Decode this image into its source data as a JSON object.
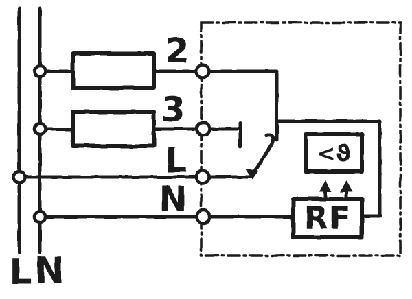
{
  "diagram": {
    "colors": {
      "ink": "#1c1c1c",
      "background": "#ffffff"
    },
    "supply_bus": {
      "line_label": "L",
      "neutral_label": "N"
    },
    "terminals": {
      "t2": "2",
      "t3": "3",
      "tl": "L",
      "tn": "N"
    },
    "device": {
      "thermostat_symbol": "<ϑ",
      "receiver_label": "RF"
    },
    "icons": {
      "load_boxes": "resistor-rectangle-symbol",
      "switch": "changeover-contact-blade",
      "signal_arrows": "double-up-arrow",
      "enclosure": "dash-dot-boundary"
    }
  }
}
